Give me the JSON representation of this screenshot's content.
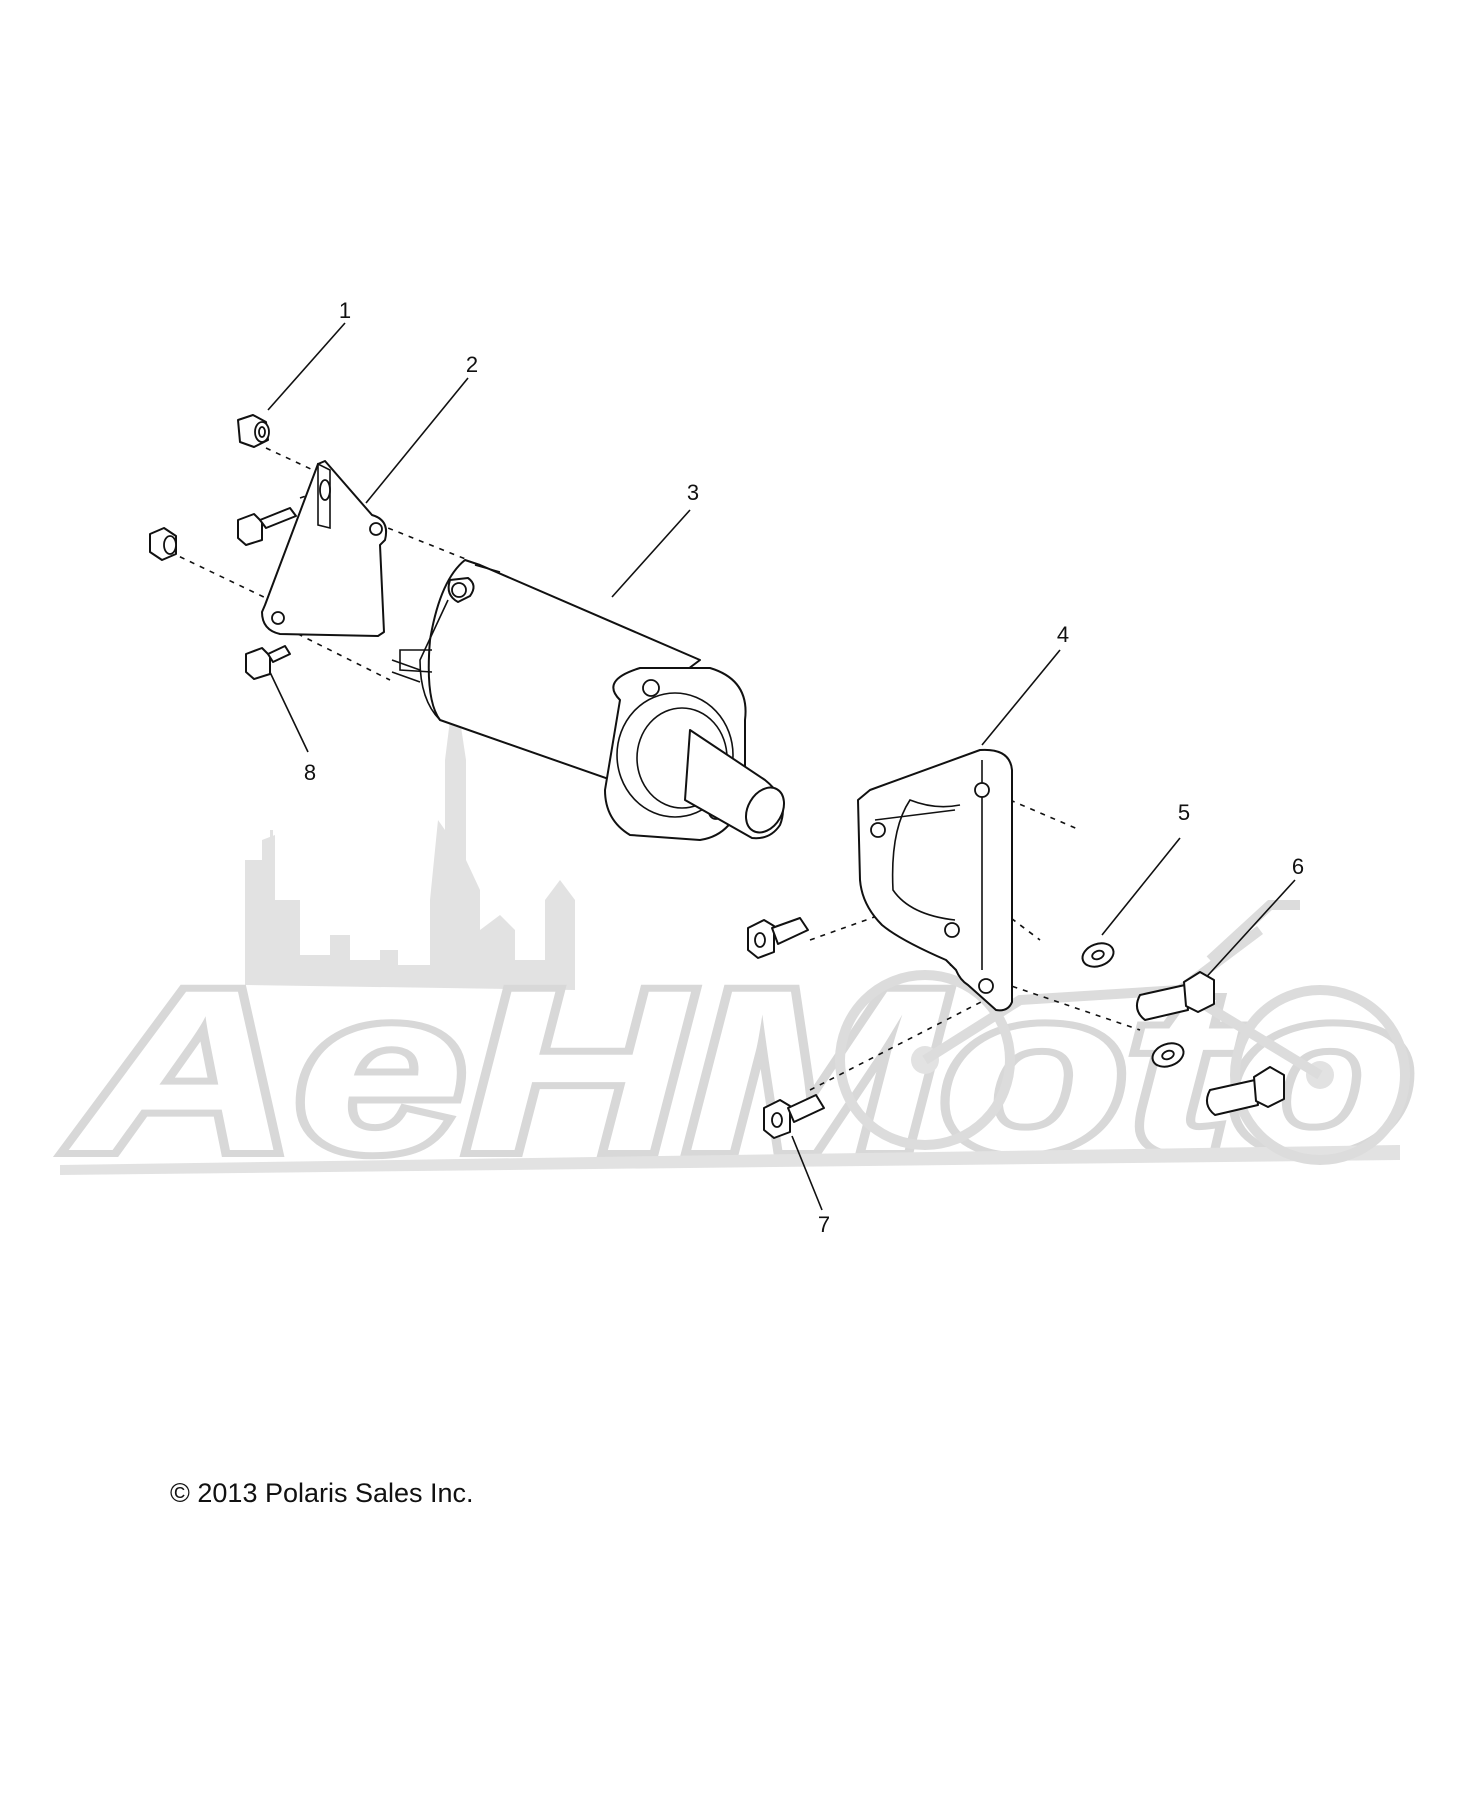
{
  "diagram": {
    "callouts": [
      {
        "id": "1",
        "label": "1"
      },
      {
        "id": "2",
        "label": "2"
      },
      {
        "id": "3",
        "label": "3"
      },
      {
        "id": "4",
        "label": "4"
      },
      {
        "id": "5",
        "label": "5"
      },
      {
        "id": "6",
        "label": "6"
      },
      {
        "id": "7",
        "label": "7"
      },
      {
        "id": "8",
        "label": "8"
      }
    ],
    "watermark_text": "AeHMoto",
    "copyright": "© 2013 Polaris Sales Inc."
  }
}
